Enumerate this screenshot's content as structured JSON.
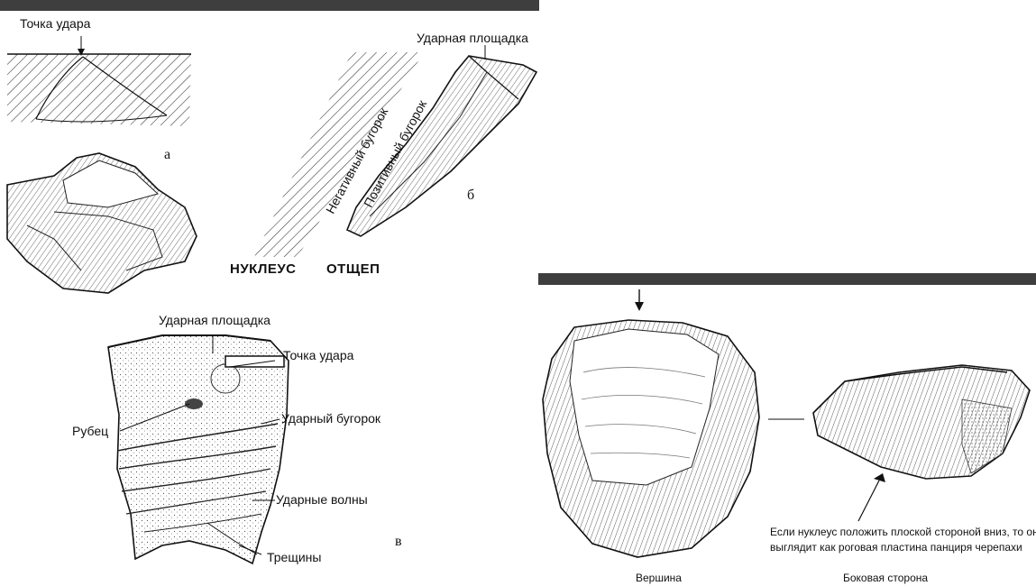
{
  "left_figure": {
    "a": {
      "impact_point": "Точка удара",
      "letter": "а"
    },
    "b": {
      "striking_platform": "Ударная площадка",
      "negative_bulb": "Негативный бугорок",
      "positive_bulb": "Позитивный бугорок",
      "letter": "б",
      "core": "НУКЛЕУС",
      "flake": "ОТЩЕП"
    },
    "v": {
      "striking_platform": "Ударная площадка",
      "impact_point": "Точка удара",
      "scar": "Рубец",
      "bulb": "Ударный бугорок",
      "waves": "Ударные волны",
      "cracks": "Трещины",
      "letter": "в"
    }
  },
  "right_figure": {
    "top_caption": "Вершина",
    "side_caption": "Боковая сторона",
    "note_line1": "Если нуклеус положить плоской стороной вниз, то он",
    "note_line2": "выглядит как роговая пластина панциря черепахи"
  }
}
